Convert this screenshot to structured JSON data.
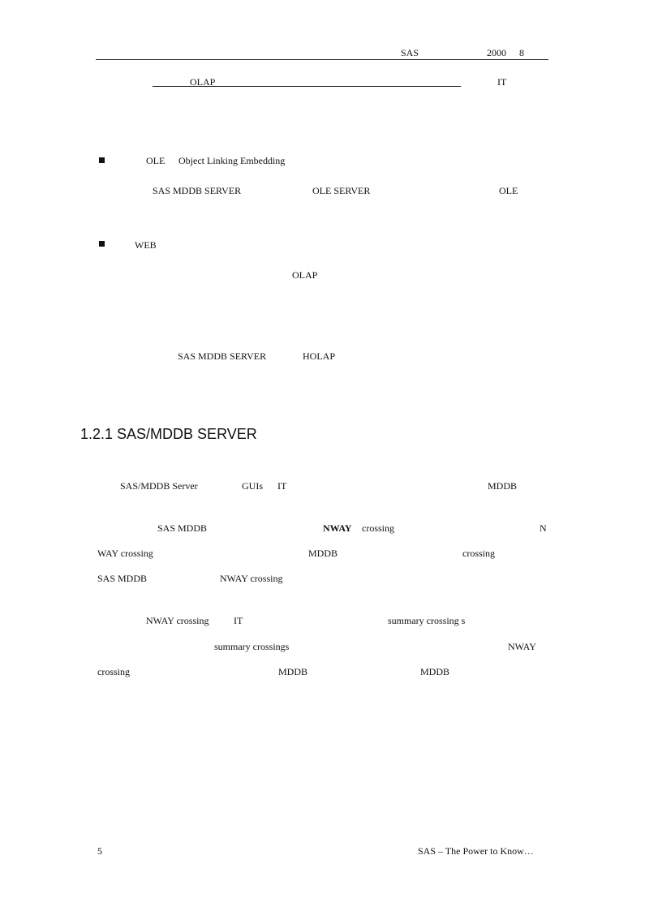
{
  "header": {
    "left": "SAS",
    "year": "2000",
    "month": "8"
  },
  "olap_line": {
    "olap": "OLAP",
    "it": "IT"
  },
  "ole_section": {
    "bullet_label": "OLE",
    "bullet_desc": "Object Linking Embedding",
    "line_sas": "SAS  MDDB  SERVER",
    "line_ole_server": "OLE  SERVER",
    "line_ole": "OLE"
  },
  "web_section": {
    "bullet_label": "WEB",
    "olap": "OLAP",
    "holap_sas": "SAS  MDDB  SERVER",
    "holap": "HOLAP"
  },
  "section_heading": "1.2.1 SAS/MDDB SERVER",
  "para1": {
    "server": "SAS/MDDB  Server",
    "guis": "GUIs",
    "it": "IT",
    "mddb": "MDDB"
  },
  "para2": {
    "sas_mddb": "SAS  MDDB",
    "nway": "NWAY",
    "crossing": "crossing",
    "n": "N",
    "way_crossing": "WAY  crossing",
    "mddb": "MDDB",
    "crossing2": "crossing",
    "sas_mddb2": "SAS  MDDB",
    "nway_crossing": "NWAY  crossing"
  },
  "para3": {
    "nway_crossing": "NWAY  crossing",
    "it": "IT",
    "summary1": "summary  crossing s",
    "summary2": "summary  crossings",
    "nway": "NWAY",
    "crossing": "crossing",
    "mddb1": "MDDB",
    "mddb2": "MDDB"
  },
  "footer": {
    "page": "5",
    "tagline": "SAS – The  Power  to  Know…"
  }
}
